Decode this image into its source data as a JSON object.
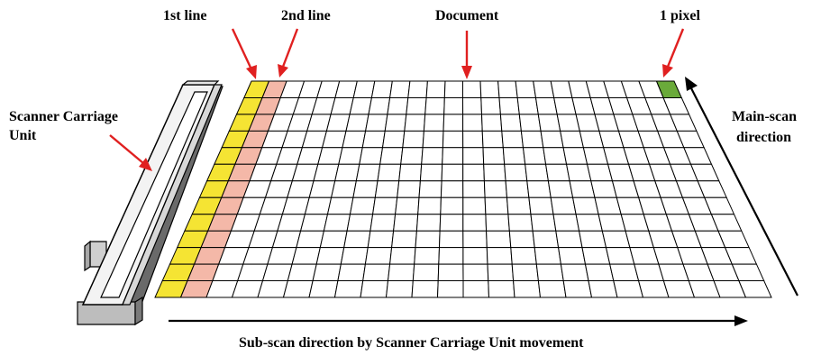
{
  "labels": {
    "first_line": "1st line",
    "second_line": "2nd line",
    "document": "Document",
    "one_pixel": "1 pixel",
    "scanner_line1": "Scanner Carriage",
    "scanner_line2": "Unit",
    "main_scan_line1": "Main-scan",
    "main_scan_line2": "direction",
    "sub_scan": "Sub-scan direction by Scanner Carriage Unit movement"
  },
  "grid": {
    "columns": 24,
    "rows": 13
  },
  "colors": {
    "first_line_fill": "#f5e433",
    "second_line_fill": "#f4b8a8",
    "pixel_fill": "#6aaa3a",
    "arrow_red": "#e02020",
    "grid_stroke": "#000000",
    "carriage_light": "#f0f0f0",
    "carriage_dark": "#6a6a6a"
  }
}
